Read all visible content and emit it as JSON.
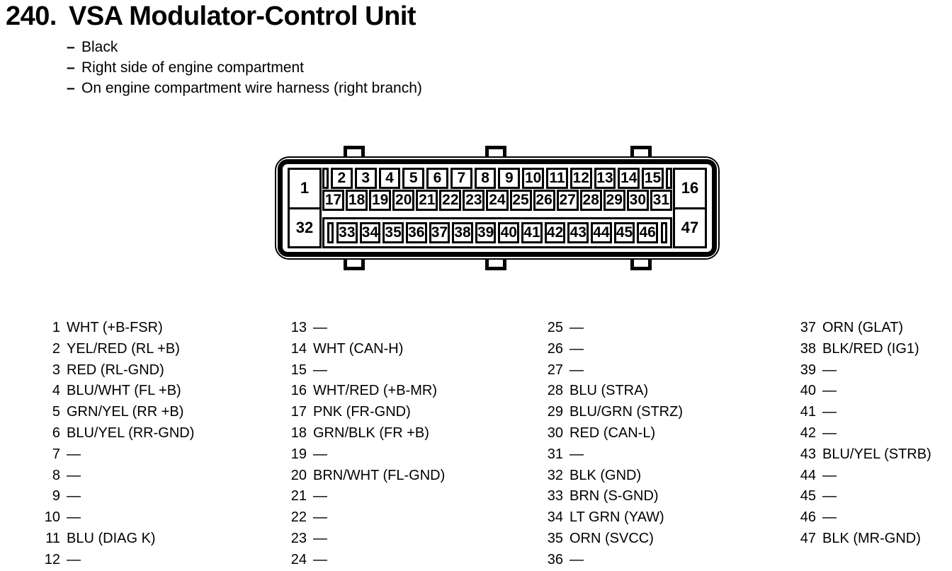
{
  "header": {
    "section_number": "240.",
    "title": "VSA Modulator-Control Unit",
    "bullet": "–",
    "notes": [
      "Black",
      "Right side of engine compartment",
      "On engine compartment wire harness (right branch)"
    ]
  },
  "connector": {
    "corner_pins": {
      "top_left": "1",
      "bottom_left": "32",
      "top_right": "16",
      "bottom_right": "47"
    },
    "top_row": [
      "2",
      "3",
      "4",
      "5",
      "6",
      "7",
      "8",
      "9",
      "10",
      "11",
      "12",
      "13",
      "14",
      "15"
    ],
    "middle_row": [
      "17",
      "18",
      "19",
      "20",
      "21",
      "22",
      "23",
      "24",
      "25",
      "26",
      "27",
      "28",
      "29",
      "30",
      "31"
    ],
    "bottom_row": [
      "33",
      "34",
      "35",
      "36",
      "37",
      "38",
      "39",
      "40",
      "41",
      "42",
      "43",
      "44",
      "45",
      "46"
    ]
  },
  "pinout": {
    "empty_marker": "—",
    "pins": [
      {
        "pin": "1",
        "label": "WHT (+B-FSR)"
      },
      {
        "pin": "2",
        "label": "YEL/RED (RL +B)"
      },
      {
        "pin": "3",
        "label": "RED (RL-GND)"
      },
      {
        "pin": "4",
        "label": "BLU/WHT (FL +B)"
      },
      {
        "pin": "5",
        "label": "GRN/YEL (RR +B)"
      },
      {
        "pin": "6",
        "label": "BLU/YEL (RR-GND)"
      },
      {
        "pin": "7",
        "label": "—"
      },
      {
        "pin": "8",
        "label": "—"
      },
      {
        "pin": "9",
        "label": "—"
      },
      {
        "pin": "10",
        "label": "—"
      },
      {
        "pin": "11",
        "label": "BLU (DIAG K)"
      },
      {
        "pin": "12",
        "label": "—"
      },
      {
        "pin": "13",
        "label": "—"
      },
      {
        "pin": "14",
        "label": "WHT (CAN-H)"
      },
      {
        "pin": "15",
        "label": "—"
      },
      {
        "pin": "16",
        "label": "WHT/RED (+B-MR)"
      },
      {
        "pin": "17",
        "label": "PNK (FR-GND)"
      },
      {
        "pin": "18",
        "label": "GRN/BLK (FR +B)"
      },
      {
        "pin": "19",
        "label": "—"
      },
      {
        "pin": "20",
        "label": "BRN/WHT (FL-GND)"
      },
      {
        "pin": "21",
        "label": "—"
      },
      {
        "pin": "22",
        "label": "—"
      },
      {
        "pin": "23",
        "label": "—"
      },
      {
        "pin": "24",
        "label": "—"
      },
      {
        "pin": "25",
        "label": "—"
      },
      {
        "pin": "26",
        "label": "—"
      },
      {
        "pin": "27",
        "label": "—"
      },
      {
        "pin": "28",
        "label": "BLU (STRA)"
      },
      {
        "pin": "29",
        "label": "BLU/GRN (STRZ)"
      },
      {
        "pin": "30",
        "label": "RED (CAN-L)"
      },
      {
        "pin": "31",
        "label": "—"
      },
      {
        "pin": "32",
        "label": "BLK (GND)"
      },
      {
        "pin": "33",
        "label": "BRN (S-GND)"
      },
      {
        "pin": "34",
        "label": "LT GRN (YAW)"
      },
      {
        "pin": "35",
        "label": "ORN (SVCC)"
      },
      {
        "pin": "36",
        "label": "—"
      },
      {
        "pin": "37",
        "label": "ORN (GLAT)"
      },
      {
        "pin": "38",
        "label": "BLK/RED (IG1)"
      },
      {
        "pin": "39",
        "label": "—"
      },
      {
        "pin": "40",
        "label": "—"
      },
      {
        "pin": "41",
        "label": "—"
      },
      {
        "pin": "42",
        "label": "—"
      },
      {
        "pin": "43",
        "label": "BLU/YEL (STRB)"
      },
      {
        "pin": "44",
        "label": "—"
      },
      {
        "pin": "45",
        "label": "—"
      },
      {
        "pin": "46",
        "label": "—"
      },
      {
        "pin": "47",
        "label": "BLK (MR-GND)"
      }
    ]
  },
  "colors": {
    "ink": "#000000",
    "paper": "#ffffff"
  }
}
